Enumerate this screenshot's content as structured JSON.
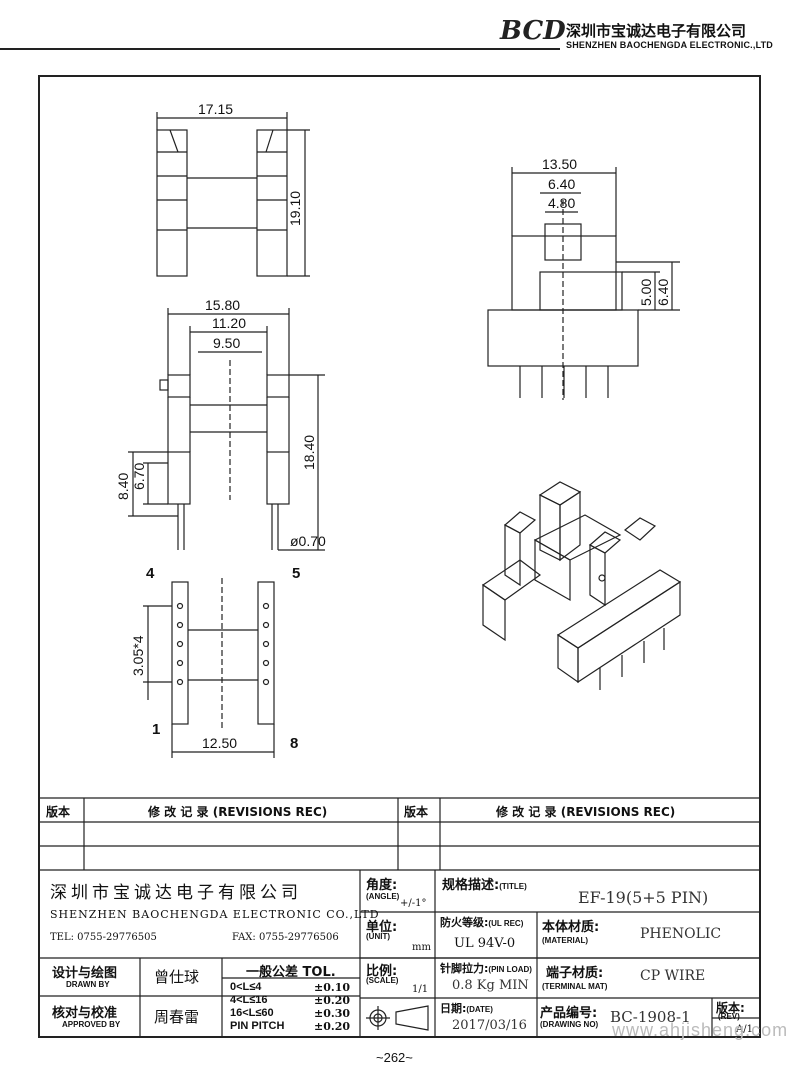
{
  "header": {
    "logo": "BCD",
    "company_cn": "深圳市宝诚达电子有限公司",
    "company_en": "SHENZHEN BAOCHENGDA ELECTRONIC.,LTD"
  },
  "dims": {
    "a": "17.15",
    "b": "19.10",
    "c": "15.80",
    "d": "11.20",
    "e": "9.50",
    "f": "8.40",
    "g": "6.70",
    "h": "18.40",
    "i": "ø0.70",
    "j": "13.50",
    "k": "6.40",
    "l": "4.80",
    "m": "5.00",
    "n": "6.40",
    "o": "3.05*4",
    "p": "12.50"
  },
  "pins": {
    "p4": "4",
    "p5": "5",
    "p1": "1",
    "p8": "8"
  },
  "revisions": {
    "col_ver": "版本",
    "col_rec": "修 改 记 录 (REVISIONS REC)",
    "col_ver2": "版本",
    "col_rec2": "修 改 记 录 (REVISIONS REC)"
  },
  "titleblock": {
    "company_cn": "深圳市宝诚达电子有限公司",
    "company_en": "SHENZHEN BAOCHENGDA ELECTRONIC CO.,LTD",
    "tel": "TEL: 0755-29776505",
    "fax": "FAX: 0755-29776506",
    "angle_cn": "角度:",
    "angle_en": "(ANGLE)",
    "angle_val": "+/-1°",
    "unit_cn": "单位:",
    "unit_en": "(UNIT)",
    "unit_val": "mm",
    "scale_cn": "比例:",
    "scale_en": "(SCALE)",
    "scale_val": "1/1",
    "title_cn": "规格描述:",
    "title_en": "(TITLE)",
    "title_val": "EF-19(5+5 PIN)",
    "ul_cn": "防火等级:",
    "ul_en": "(UL REC)",
    "ul_val": "UL 94V-0",
    "material_cn": "本体材质:",
    "material_en": "(MATERIAL)",
    "material_val": "PHENOLIC",
    "pinload_cn": "针脚拉力:",
    "pinload_en": "(PIN LOAD)",
    "pinload_val": "0.8 Kg MIN",
    "terminal_cn": "端子材质:",
    "terminal_en": "(TERMINAL MAT)",
    "terminal_val": "CP WIRE",
    "date_cn": "日期:",
    "date_en": "(DATE)",
    "date_val": "2017/03/16",
    "drawno_cn": "产品编号:",
    "drawno_en": "(DRAWING NO)",
    "drawno_val": "BC-1908-1",
    "rev_cn": "版本:",
    "rev_en": "(REV)",
    "rev_val": "A/1",
    "drawn_cn": "设计与绘图",
    "drawn_en": "DRAWN BY",
    "drawn_val": "曾仕球",
    "approved_cn": "核对与校准",
    "approved_en": "APPROVED BY",
    "approved_val": "周春雷",
    "tol_title": "一般公差 TOL.",
    "tol_rows": [
      {
        "range": "0<L≤4",
        "val": "±0.10"
      },
      {
        "range": "4<L≤16",
        "val": "±0.20"
      },
      {
        "range": "16<L≤60",
        "val": "±0.30"
      },
      {
        "range": "PIN PITCH",
        "val": "±0.20"
      }
    ]
  },
  "watermark": "www.ahjisheng.com",
  "page_number": "~262~"
}
